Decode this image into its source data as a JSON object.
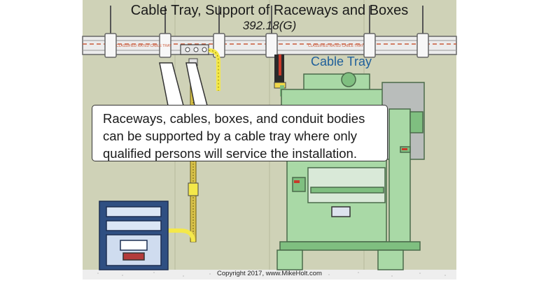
{
  "title": "Cable Tray, Support of Raceways and Boxes",
  "code_reference": "392.18(G)",
  "cable_tray_label": "Cable Tray",
  "tray_marking": "CLASSIFIED RATED CABLE TRAY",
  "callout_text": "Raceways, cables, boxes, and conduit bodies can be supported by a cable tray where only qualified persons will service the installation.",
  "copyright": "Copyright 2017, www.MikeHolt.com",
  "colors": {
    "wall": "#cfd2b7",
    "floor": "#eeeeee",
    "tray": "#ececec",
    "tray_stripe": "#c95a3a",
    "machine": "#a9d9a6",
    "machine_dark": "#7fbf80",
    "panel": "#2f4f82",
    "conduit_yellow": "#f4e84a",
    "label_blue": "#1f5f9a"
  }
}
